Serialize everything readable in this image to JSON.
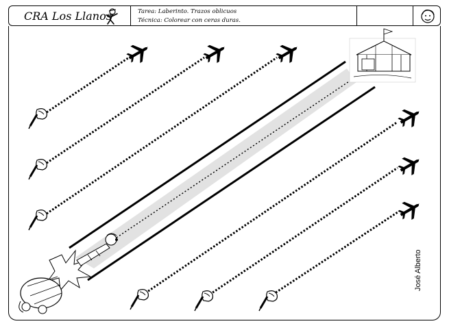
{
  "header": {
    "school_name": "CRA Los Llanos",
    "task_line": "Tarea: Laberinto. Trazos oblicuos",
    "technique_line": "Técnica: Colorear con ceras duras.",
    "school_icon": "child-figure-icon",
    "face_icon": "child-face-icon"
  },
  "author": "José Alberto",
  "icons": {
    "airplane": "airplane-icon",
    "pencil_hand": "hand-with-pencil-icon",
    "circus_tent": "circus-tent-icon",
    "clown": "clown-cannon-icon"
  }
}
